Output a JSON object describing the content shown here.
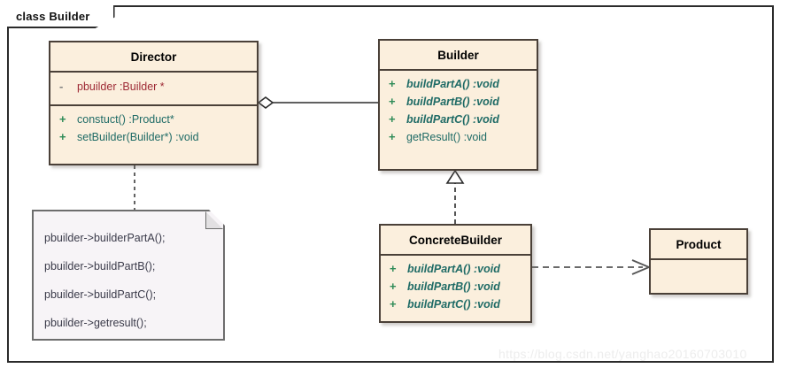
{
  "frame": {
    "label": "class Builder"
  },
  "classes": {
    "director": {
      "name": "Director",
      "attributes": [
        {
          "visibility": "-",
          "text": "pbuilder  :Builder *"
        }
      ],
      "methods": [
        {
          "visibility": "+",
          "text": "constuct()  :Product*"
        },
        {
          "visibility": "+",
          "text": "setBuilder(Builder*)  :void"
        }
      ]
    },
    "builder": {
      "name": "Builder",
      "methods": [
        {
          "visibility": "+",
          "text": "buildPartA()  :void",
          "abstract": true
        },
        {
          "visibility": "+",
          "text": "buildPartB()  :void",
          "abstract": true
        },
        {
          "visibility": "+",
          "text": "buildPartC()  :void",
          "abstract": true
        },
        {
          "visibility": "+",
          "text": "getResult()  :void",
          "abstract": false
        }
      ]
    },
    "concrete_builder": {
      "name": "ConcreteBuilder",
      "methods": [
        {
          "visibility": "+",
          "text": "buildPartA()  :void",
          "abstract": true
        },
        {
          "visibility": "+",
          "text": "buildPartB()  :void",
          "abstract": true
        },
        {
          "visibility": "+",
          "text": "buildPartC()  :void",
          "abstract": true
        }
      ]
    },
    "product": {
      "name": "Product",
      "methods": []
    }
  },
  "note": {
    "lines": [
      "pbuilder->builderPartA();",
      "pbuilder->buildPartB();",
      "pbuilder->buildPartC();",
      "pbuilder->getresult();"
    ]
  },
  "relations": {
    "director_builder": "aggregation",
    "concrete_builder_builder": "realization",
    "concrete_builder_product": "dependency",
    "director_note": "note-anchor"
  },
  "watermark": {
    "text": "https://blog.csdn.net/yanghao20160703010"
  },
  "colors": {
    "class_fill": "#fbefdd",
    "class_border": "#4a4038",
    "note_fill": "#f7f4f7",
    "note_border": "#6d6d6d",
    "attribute_text": "#9e2a35",
    "method_text": "#1f6b66",
    "public_marker": "#2e8b57",
    "private_marker": "#808080",
    "frame_border": "#2b2b2b",
    "watermark": "#ededed"
  }
}
